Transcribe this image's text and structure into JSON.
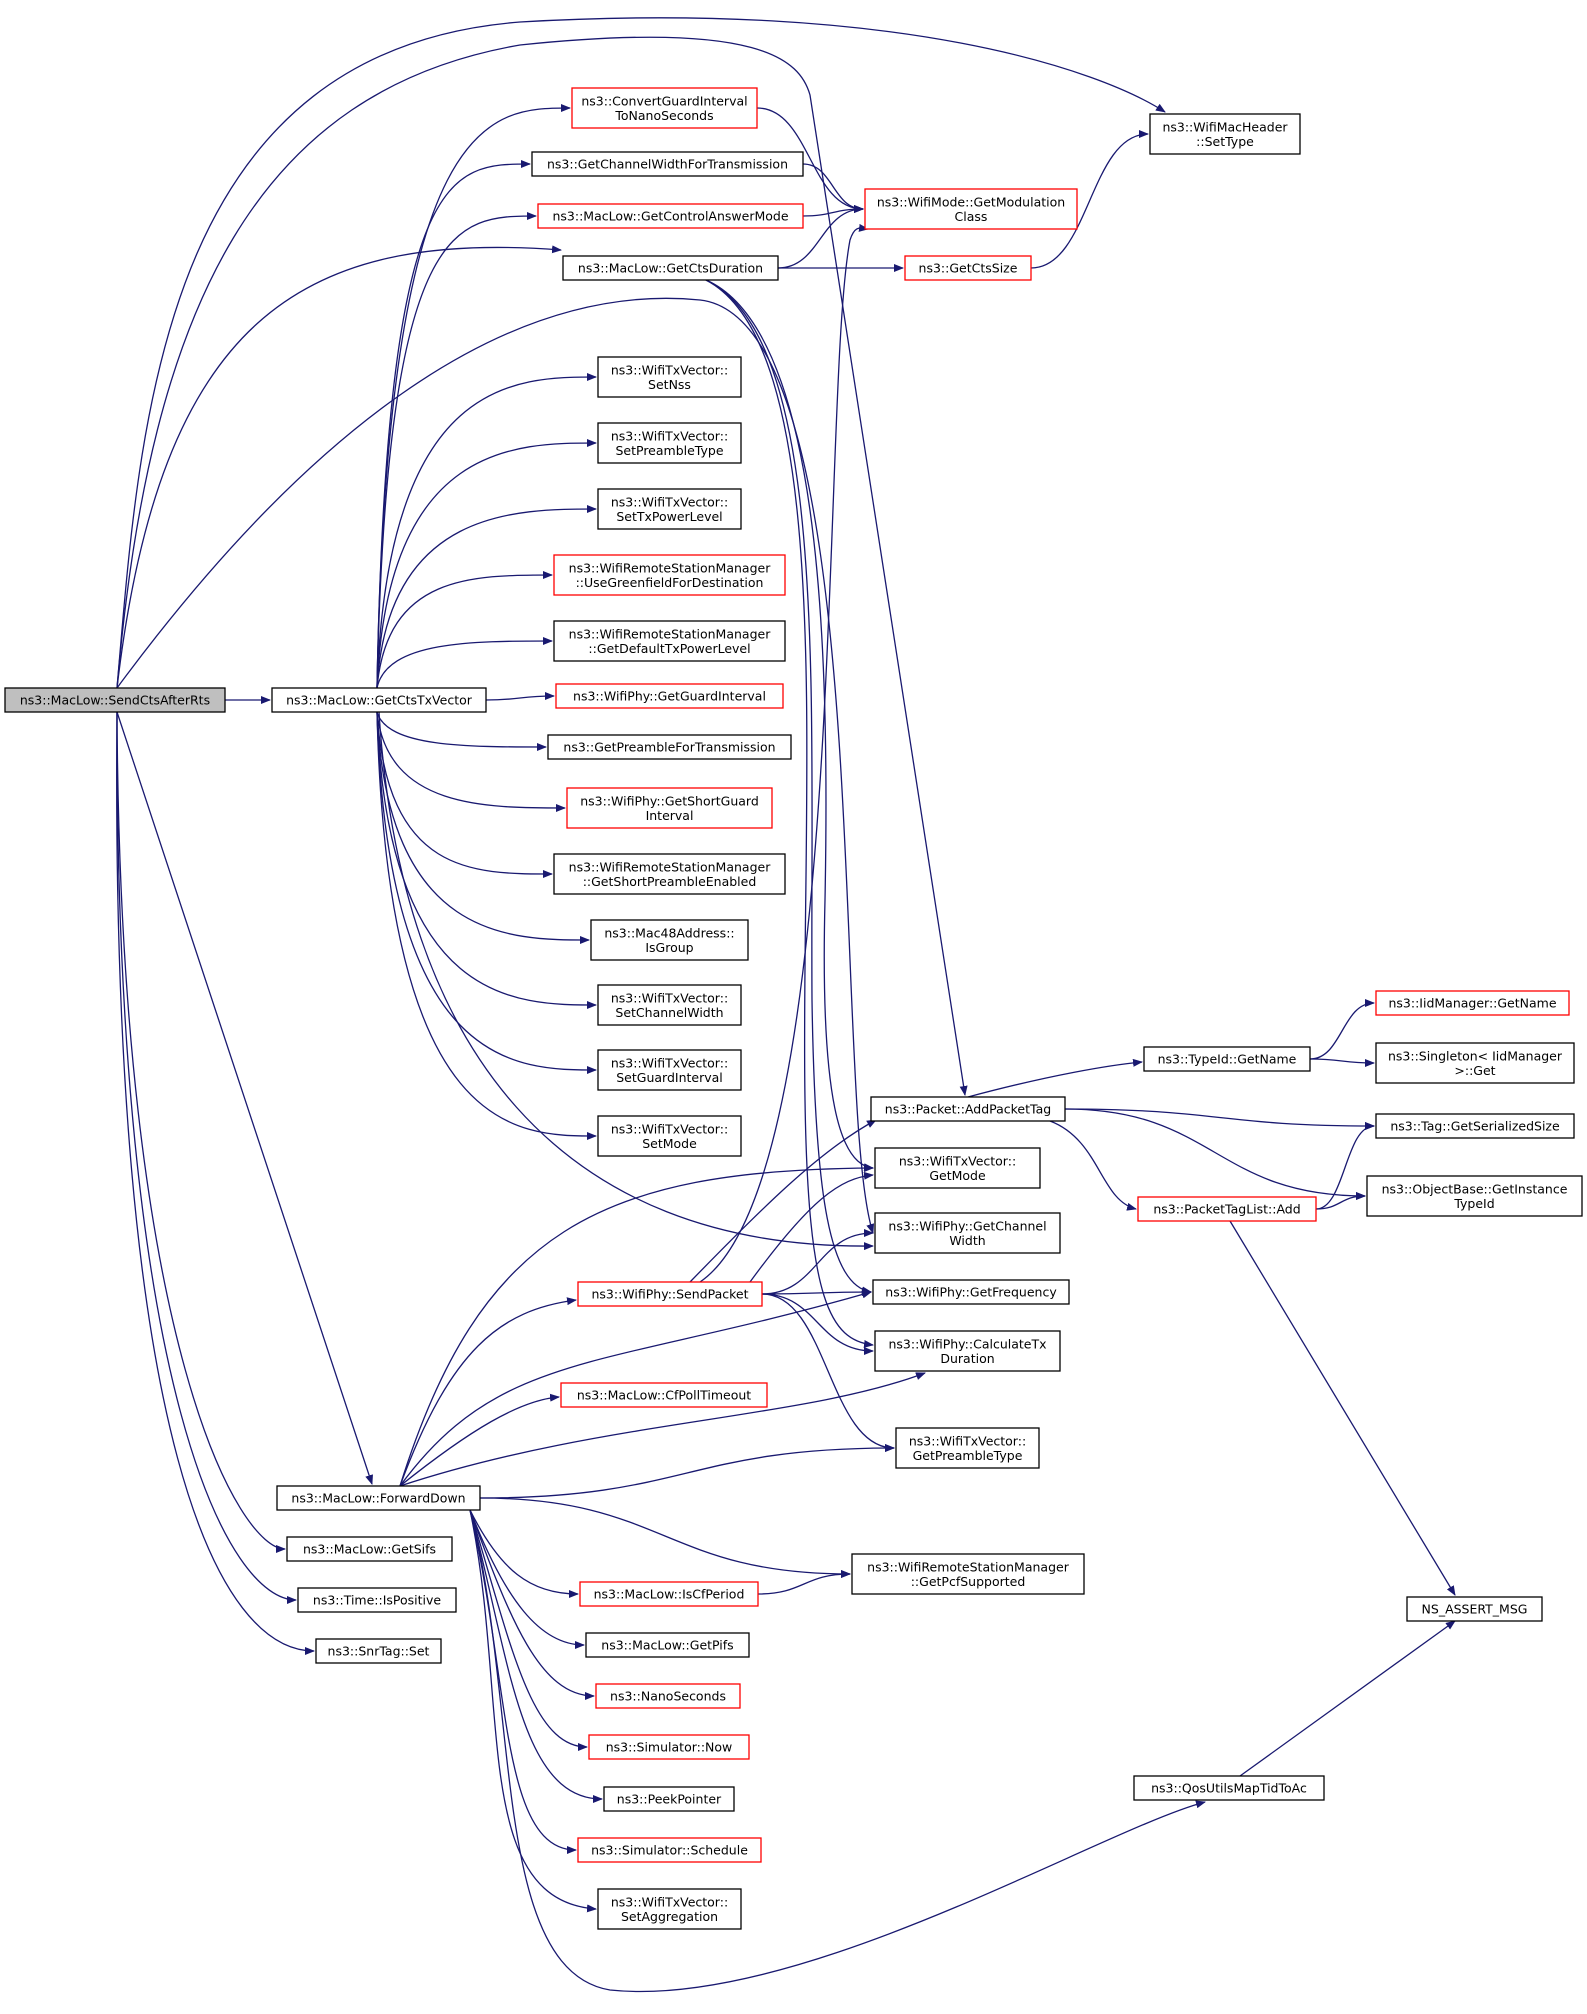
{
  "diagram": {
    "nodes": [
      {
        "id": "sendCtsAfterRts",
        "lines": [
          "ns3::MacLow::SendCtsAfterRts"
        ],
        "style": "root"
      },
      {
        "id": "getCtsTxVector",
        "lines": [
          "ns3::MacLow::GetCtsTxVector"
        ],
        "style": "black"
      },
      {
        "id": "forwardDown",
        "lines": [
          "ns3::MacLow::ForwardDown"
        ],
        "style": "black"
      },
      {
        "id": "getSifs",
        "lines": [
          "ns3::MacLow::GetSifs"
        ],
        "style": "black"
      },
      {
        "id": "timeIsPositive",
        "lines": [
          "ns3::Time::IsPositive"
        ],
        "style": "black"
      },
      {
        "id": "snrTagSet",
        "lines": [
          "ns3::SnrTag::Set"
        ],
        "style": "black"
      },
      {
        "id": "convertGuard",
        "lines": [
          "ns3::ConvertGuardInterval",
          "ToNanoSeconds"
        ],
        "style": "red"
      },
      {
        "id": "getChannelWidthTx",
        "lines": [
          "ns3::GetChannelWidthForTransmission"
        ],
        "style": "black"
      },
      {
        "id": "getControlAnswerMode",
        "lines": [
          "ns3::MacLow::GetControlAnswerMode"
        ],
        "style": "red"
      },
      {
        "id": "getCtsDuration",
        "lines": [
          "ns3::MacLow::GetCtsDuration"
        ],
        "style": "black"
      },
      {
        "id": "setNss",
        "lines": [
          "ns3::WifiTxVector::",
          "SetNss"
        ],
        "style": "black"
      },
      {
        "id": "setPreambleType",
        "lines": [
          "ns3::WifiTxVector::",
          "SetPreambleType"
        ],
        "style": "black"
      },
      {
        "id": "setTxPowerLevel",
        "lines": [
          "ns3::WifiTxVector::",
          "SetTxPowerLevel"
        ],
        "style": "black"
      },
      {
        "id": "useGreenfield",
        "lines": [
          "ns3::WifiRemoteStationManager",
          "::UseGreenfieldForDestination"
        ],
        "style": "red"
      },
      {
        "id": "getDefaultTxPower",
        "lines": [
          "ns3::WifiRemoteStationManager",
          "::GetDefaultTxPowerLevel"
        ],
        "style": "black"
      },
      {
        "id": "getGuardInterval",
        "lines": [
          "ns3::WifiPhy::GetGuardInterval"
        ],
        "style": "red"
      },
      {
        "id": "getPreambleForTx",
        "lines": [
          "ns3::GetPreambleForTransmission"
        ],
        "style": "black"
      },
      {
        "id": "getShortGuard",
        "lines": [
          "ns3::WifiPhy::GetShortGuard",
          "Interval"
        ],
        "style": "red"
      },
      {
        "id": "getShortPreamble",
        "lines": [
          "ns3::WifiRemoteStationManager",
          "::GetShortPreambleEnabled"
        ],
        "style": "black"
      },
      {
        "id": "isGroup",
        "lines": [
          "ns3::Mac48Address::",
          "IsGroup"
        ],
        "style": "black"
      },
      {
        "id": "setChannelWidth",
        "lines": [
          "ns3::WifiTxVector::",
          "SetChannelWidth"
        ],
        "style": "black"
      },
      {
        "id": "setGuardInterval",
        "lines": [
          "ns3::WifiTxVector::",
          "SetGuardInterval"
        ],
        "style": "black"
      },
      {
        "id": "setMode",
        "lines": [
          "ns3::WifiTxVector::",
          "SetMode"
        ],
        "style": "black"
      },
      {
        "id": "sendPacket",
        "lines": [
          "ns3::WifiPhy::SendPacket"
        ],
        "style": "red"
      },
      {
        "id": "cfPollTimeout",
        "lines": [
          "ns3::MacLow::CfPollTimeout"
        ],
        "style": "red"
      },
      {
        "id": "isCfPeriod",
        "lines": [
          "ns3::MacLow::IsCfPeriod"
        ],
        "style": "red"
      },
      {
        "id": "getPifs",
        "lines": [
          "ns3::MacLow::GetPifs"
        ],
        "style": "black"
      },
      {
        "id": "nanoSeconds",
        "lines": [
          "ns3::NanoSeconds"
        ],
        "style": "red"
      },
      {
        "id": "simulatorNow",
        "lines": [
          "ns3::Simulator::Now"
        ],
        "style": "red"
      },
      {
        "id": "peekPointer",
        "lines": [
          "ns3::PeekPointer"
        ],
        "style": "black"
      },
      {
        "id": "simulatorSchedule",
        "lines": [
          "ns3::Simulator::Schedule"
        ],
        "style": "red"
      },
      {
        "id": "setAggregation",
        "lines": [
          "ns3::WifiTxVector::",
          "SetAggregation"
        ],
        "style": "black"
      },
      {
        "id": "wifiMacHeaderSetType",
        "lines": [
          "ns3::WifiMacHeader",
          "::SetType"
        ],
        "style": "black"
      },
      {
        "id": "getModulationClass",
        "lines": [
          "ns3::WifiMode::GetModulation",
          "Class"
        ],
        "style": "red"
      },
      {
        "id": "getCtsSize",
        "lines": [
          "ns3::GetCtsSize"
        ],
        "style": "red"
      },
      {
        "id": "addPacketTag",
        "lines": [
          "ns3::Packet::AddPacketTag"
        ],
        "style": "black"
      },
      {
        "id": "txVectorGetMode",
        "lines": [
          "ns3::WifiTxVector::",
          "GetMode"
        ],
        "style": "black"
      },
      {
        "id": "getChannelWidth",
        "lines": [
          "ns3::WifiPhy::GetChannel",
          "Width"
        ],
        "style": "black"
      },
      {
        "id": "getFrequency",
        "lines": [
          "ns3::WifiPhy::GetFrequency"
        ],
        "style": "black"
      },
      {
        "id": "calculateTxDuration",
        "lines": [
          "ns3::WifiPhy::CalculateTx",
          "Duration"
        ],
        "style": "black"
      },
      {
        "id": "getPreambleType",
        "lines": [
          "ns3::WifiTxVector::",
          "GetPreambleType"
        ],
        "style": "black"
      },
      {
        "id": "getPcfSupported",
        "lines": [
          "ns3::WifiRemoteStationManager",
          "::GetPcfSupported"
        ],
        "style": "black"
      },
      {
        "id": "qosMapTidToAc",
        "lines": [
          "ns3::QosUtilsMapTidToAc"
        ],
        "style": "black"
      },
      {
        "id": "typeIdGetName",
        "lines": [
          "ns3::TypeId::GetName"
        ],
        "style": "black"
      },
      {
        "id": "packetTagListAdd",
        "lines": [
          "ns3::PacketTagList::Add"
        ],
        "style": "red"
      },
      {
        "id": "iidManagerGetName",
        "lines": [
          "ns3::IidManager::GetName"
        ],
        "style": "red"
      },
      {
        "id": "singletonGet",
        "lines": [
          "ns3::Singleton< IidManager",
          ">::Get"
        ],
        "style": "black"
      },
      {
        "id": "tagGetSerializedSize",
        "lines": [
          "ns3::Tag::GetSerializedSize"
        ],
        "style": "black"
      },
      {
        "id": "objectBaseGetInstance",
        "lines": [
          "ns3::ObjectBase::GetInstance",
          "TypeId"
        ],
        "style": "black"
      },
      {
        "id": "nsAssertMsg",
        "lines": [
          "NS_ASSERT_MSG"
        ],
        "style": "black"
      }
    ],
    "edges": [
      [
        "sendCtsAfterRts",
        "getCtsTxVector"
      ],
      [
        "sendCtsAfterRts",
        "forwardDown"
      ],
      [
        "sendCtsAfterRts",
        "getSifs"
      ],
      [
        "sendCtsAfterRts",
        "timeIsPositive"
      ],
      [
        "sendCtsAfterRts",
        "snrTagSet"
      ],
      [
        "sendCtsAfterRts",
        "wifiMacHeaderSetType"
      ],
      [
        "sendCtsAfterRts",
        "addPacketTag"
      ],
      [
        "sendCtsAfterRts",
        "getCtsDuration"
      ],
      [
        "sendCtsAfterRts",
        "getChannelWidth"
      ],
      [
        "getCtsTxVector",
        "convertGuard"
      ],
      [
        "getCtsTxVector",
        "getChannelWidthTx"
      ],
      [
        "getCtsTxVector",
        "getControlAnswerMode"
      ],
      [
        "getCtsTxVector",
        "setNss"
      ],
      [
        "getCtsTxVector",
        "setPreambleType"
      ],
      [
        "getCtsTxVector",
        "setTxPowerLevel"
      ],
      [
        "getCtsTxVector",
        "useGreenfield"
      ],
      [
        "getCtsTxVector",
        "getDefaultTxPower"
      ],
      [
        "getCtsTxVector",
        "getGuardInterval"
      ],
      [
        "getCtsTxVector",
        "getPreambleForTx"
      ],
      [
        "getCtsTxVector",
        "getShortGuard"
      ],
      [
        "getCtsTxVector",
        "getShortPreamble"
      ],
      [
        "getCtsTxVector",
        "isGroup"
      ],
      [
        "getCtsTxVector",
        "setChannelWidth"
      ],
      [
        "getCtsTxVector",
        "setGuardInterval"
      ],
      [
        "getCtsTxVector",
        "setMode"
      ],
      [
        "getCtsTxVector",
        "getChannelWidth"
      ],
      [
        "convertGuard",
        "getModulationClass"
      ],
      [
        "getChannelWidthTx",
        "getModulationClass"
      ],
      [
        "getControlAnswerMode",
        "getModulationClass"
      ],
      [
        "getCtsDuration",
        "getModulationClass"
      ],
      [
        "getCtsDuration",
        "getCtsSize"
      ],
      [
        "getCtsDuration",
        "txVectorGetMode"
      ],
      [
        "getCtsDuration",
        "getFrequency"
      ],
      [
        "getCtsDuration",
        "calculateTxDuration"
      ],
      [
        "getCtsSize",
        "wifiMacHeaderSetType"
      ],
      [
        "forwardDown",
        "sendPacket"
      ],
      [
        "forwardDown",
        "cfPollTimeout"
      ],
      [
        "forwardDown",
        "isCfPeriod"
      ],
      [
        "forwardDown",
        "getPifs"
      ],
      [
        "forwardDown",
        "nanoSeconds"
      ],
      [
        "forwardDown",
        "simulatorNow"
      ],
      [
        "forwardDown",
        "peekPointer"
      ],
      [
        "forwardDown",
        "simulatorSchedule"
      ],
      [
        "forwardDown",
        "setAggregation"
      ],
      [
        "forwardDown",
        "txVectorGetMode"
      ],
      [
        "forwardDown",
        "getFrequency"
      ],
      [
        "forwardDown",
        "calculateTxDuration"
      ],
      [
        "forwardDown",
        "getPreambleType"
      ],
      [
        "forwardDown",
        "getPcfSupported"
      ],
      [
        "forwardDown",
        "qosMapTidToAc"
      ],
      [
        "sendPacket",
        "addPacketTag"
      ],
      [
        "sendPacket",
        "txVectorGetMode"
      ],
      [
        "sendPacket",
        "getChannelWidth"
      ],
      [
        "sendPacket",
        "getFrequency"
      ],
      [
        "sendPacket",
        "calculateTxDuration"
      ],
      [
        "sendPacket",
        "getPreambleType"
      ],
      [
        "sendPacket",
        "getModulationClass"
      ],
      [
        "isCfPeriod",
        "getPcfSupported"
      ],
      [
        "addPacketTag",
        "typeIdGetName"
      ],
      [
        "addPacketTag",
        "tagGetSerializedSize"
      ],
      [
        "addPacketTag",
        "objectBaseGetInstance"
      ],
      [
        "addPacketTag",
        "packetTagListAdd"
      ],
      [
        "typeIdGetName",
        "iidManagerGetName"
      ],
      [
        "typeIdGetName",
        "singletonGet"
      ],
      [
        "packetTagListAdd",
        "tagGetSerializedSize"
      ],
      [
        "packetTagListAdd",
        "objectBaseGetInstance"
      ],
      [
        "packetTagListAdd",
        "nsAssertMsg"
      ],
      [
        "qosMapTidToAc",
        "nsAssertMsg"
      ]
    ]
  },
  "colors": {
    "edge": "#191970",
    "root_fill": "#bfbfbf",
    "border_black": "#000000",
    "border_red": "#ff0000",
    "fill": "#ffffff"
  }
}
